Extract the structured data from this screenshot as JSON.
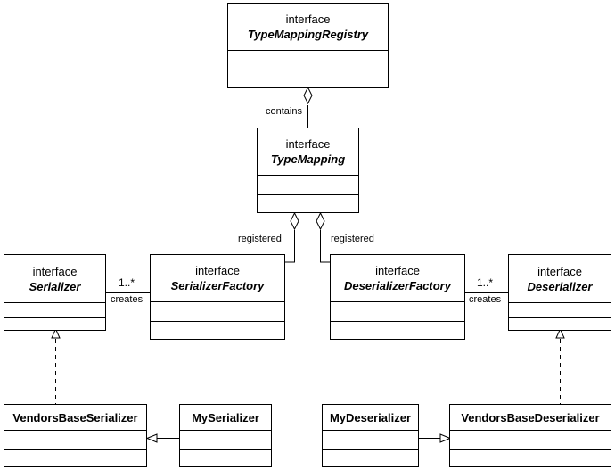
{
  "classes": {
    "type_mapping_registry": {
      "stereotype": "interface",
      "name": "TypeMappingRegistry"
    },
    "type_mapping": {
      "stereotype": "interface",
      "name": "TypeMapping"
    },
    "serializer": {
      "stereotype": "interface",
      "name": "Serializer"
    },
    "serializer_factory": {
      "stereotype": "interface",
      "name": "SerializerFactory"
    },
    "deserializer_factory": {
      "stereotype": "interface",
      "name": "DeserializerFactory"
    },
    "deserializer": {
      "stereotype": "interface",
      "name": "Deserializer"
    },
    "vendors_base_serializer": {
      "name": "VendorsBaseSerializer"
    },
    "my_serializer": {
      "name": "MySerializer"
    },
    "my_deserializer": {
      "name": "MyDeserializer"
    },
    "vendors_base_deserializer": {
      "name": "VendorsBaseDeserializer"
    }
  },
  "relations": {
    "contains": "contains",
    "registered_left": "registered",
    "registered_right": "registered",
    "creates_left": "creates",
    "creates_right": "creates",
    "mult_left": "1..*",
    "mult_right": "1..*"
  }
}
